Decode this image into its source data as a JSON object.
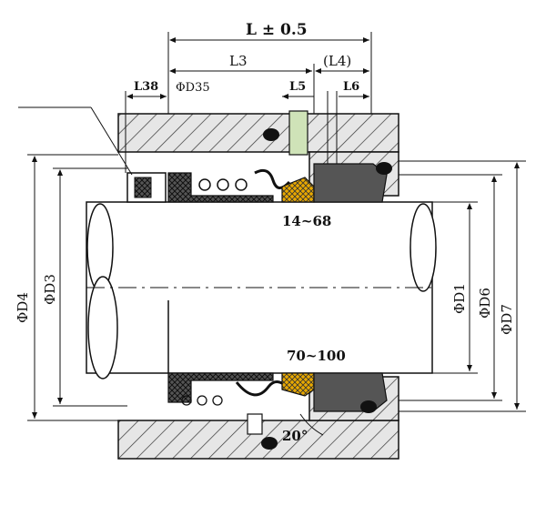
{
  "drawing": {
    "labels": {
      "L": "L ± 0.5",
      "L3": "L3",
      "L4": "(L4)",
      "L38": "L38",
      "D35": "ΦD35",
      "L5": "L5",
      "L6": "L6",
      "D4": "ΦD4",
      "D3": "ΦD3",
      "D1": "ΦD1",
      "D6": "ΦD6",
      "D7": "ΦD7",
      "range_small": "14~68",
      "range_large": "70~100",
      "angle": "20°"
    },
    "colors": {
      "line": "#111111",
      "hatch": "#333333",
      "seal_face": "#e8a800",
      "stationary_ring": "#444444",
      "seat_green": "#cfe3b8",
      "shaft_fill": "#ffffff"
    }
  }
}
